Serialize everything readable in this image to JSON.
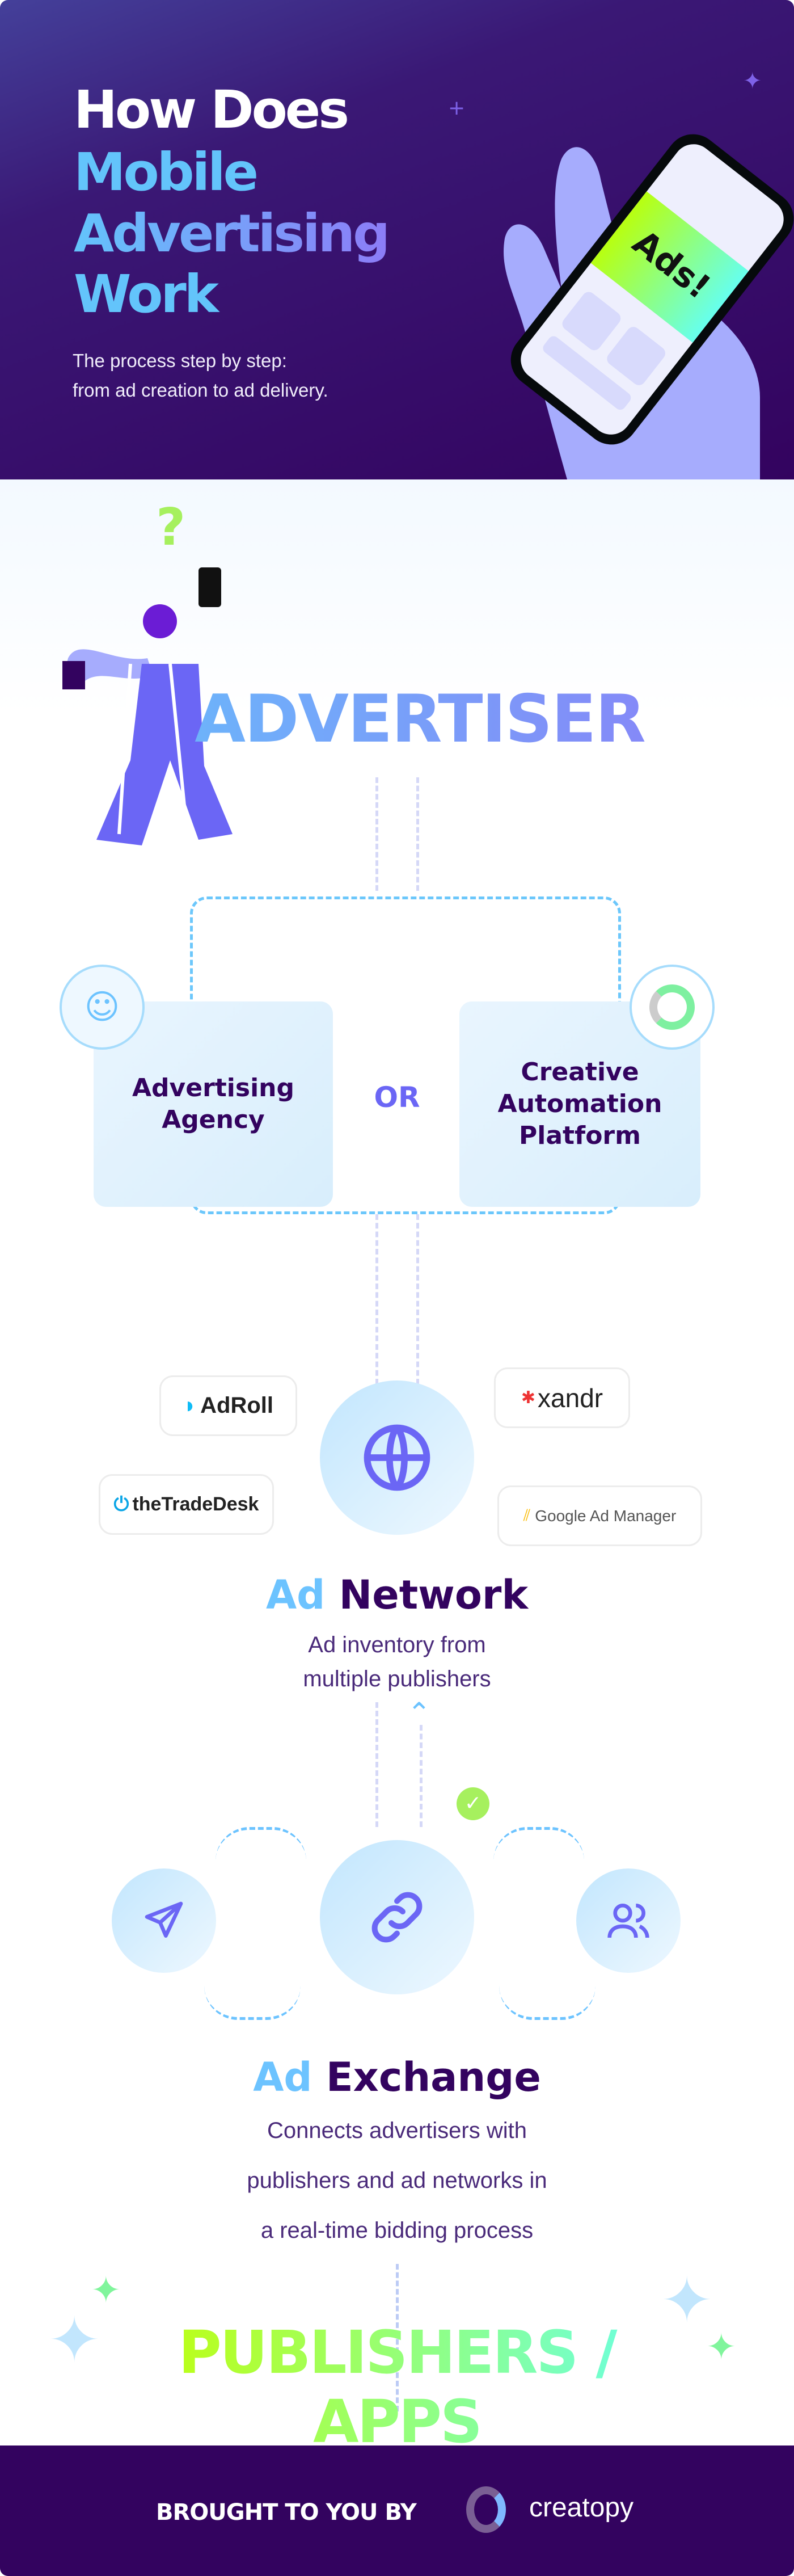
{
  "header": {
    "title_line1": "How Does",
    "title_line2": "Mobile",
    "title_line3": "Advertising",
    "title_line4": "Work",
    "subtitle_line1": "The process step by step:",
    "subtitle_line2": "from ad creation to ad delivery.",
    "phone_ad_text": "Ads!"
  },
  "advertiser": {
    "title": "ADVERTISER",
    "option_a": "Advertising Agency",
    "or_label": "OR",
    "option_b": "Creative Automation Platform"
  },
  "ad_network": {
    "title_accent": "Ad",
    "title_main": "Network",
    "desc_line1": "Ad inventory from",
    "desc_line2": "multiple publishers",
    "logos": [
      "AdRoll",
      "xandr",
      "theTradeDesk",
      "Google Ad Manager"
    ],
    "icon": "globe-icon"
  },
  "ad_exchange": {
    "title_accent": "Ad",
    "title_main": "Exchange",
    "desc_line1": "Connects advertisers with",
    "desc_line2": "publishers and ad networks in",
    "desc_line3": "a real-time bidding process",
    "icons": [
      "send-icon",
      "link-icon",
      "users-icon",
      "check-icon"
    ]
  },
  "publishers": {
    "title": "PUBLISHERS / APPS"
  },
  "footer": {
    "label": "BROUGHT TO YOU BY",
    "brand": "creatopy"
  },
  "colors": {
    "dark_purple": "#33035f",
    "accent_blue": "#6cc3ff",
    "accent_violet": "#6b66f5",
    "lime": "#c5ff00",
    "cyan": "#66ffee"
  }
}
